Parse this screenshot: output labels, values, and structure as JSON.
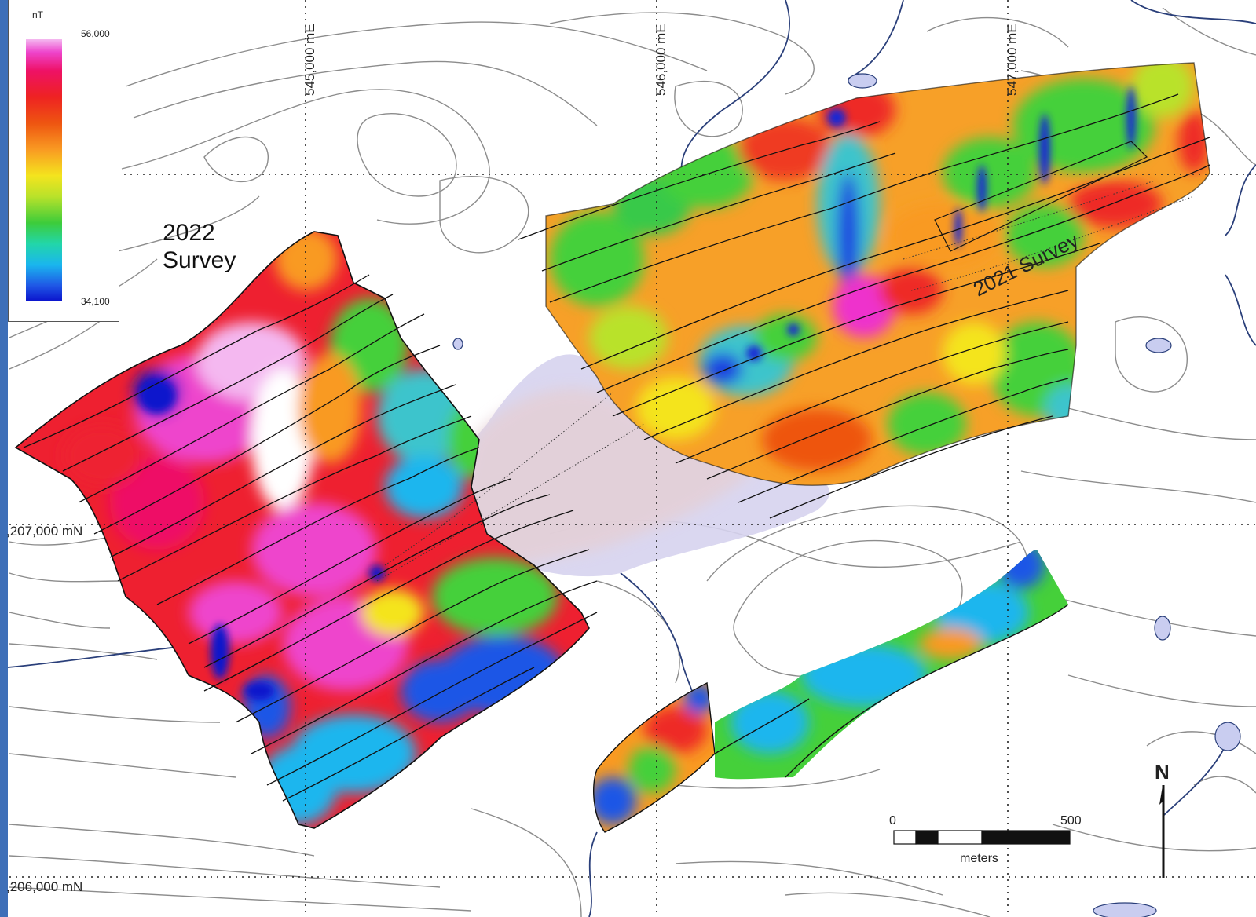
{
  "legend": {
    "unit": "nT",
    "max_label": "56,000",
    "min_label": "34,100"
  },
  "grid": {
    "easting_labels": [
      "545,000 mE",
      "546,000 mE",
      "547,000 mE"
    ],
    "northing_labels": [
      ",207,000 mN",
      ",206,000 mN"
    ]
  },
  "annotations": {
    "survey_2022_line1": "2022",
    "survey_2022_line2": "Survey",
    "survey_2021": "2021 Survey"
  },
  "scale_bar": {
    "start_label": "0",
    "end_label": "500",
    "unit_label": "meters"
  },
  "north_arrow": {
    "label": "N"
  },
  "colors": {
    "high": "#ee33cc",
    "mid_high": "#ee2222",
    "mid": "#f5a020",
    "mid_low": "#3ecc3a",
    "low": "#1a4fe0",
    "contour": "#888888",
    "river": "#2a3f7a",
    "water": "#c9cdf0"
  }
}
